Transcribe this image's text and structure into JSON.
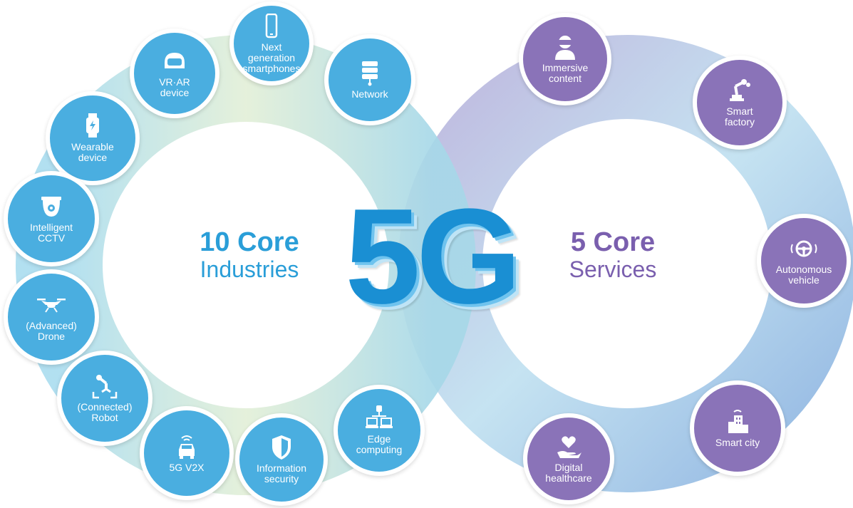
{
  "logo": "5G",
  "left_center": {
    "number": "10 Core",
    "word": "Industries"
  },
  "right_center": {
    "number": "5 Core",
    "word": "Services"
  },
  "colors": {
    "industry": "#4aaee0",
    "service": "#8a73b8",
    "ring_left": "#bfe2f2",
    "ring_right": "#a9c9ea",
    "logo": "#1a8fd3"
  },
  "industries": [
    {
      "label": "Next\ngeneration\nsmartphones",
      "icon": "smartphone-icon"
    },
    {
      "label": "Network",
      "icon": "server-icon"
    },
    {
      "label": "VR·AR\ndevice",
      "icon": "vr-headset-icon"
    },
    {
      "label": "Wearable\ndevice",
      "icon": "smartwatch-icon"
    },
    {
      "label": "Intelligent\nCCTV",
      "icon": "cctv-icon"
    },
    {
      "label": "(Advanced)\nDrone",
      "icon": "drone-icon"
    },
    {
      "label": "(Connected)\nRobot",
      "icon": "robot-arm-icon"
    },
    {
      "label": "5G V2X",
      "icon": "connected-car-icon"
    },
    {
      "label": "Information\nsecurity",
      "icon": "shield-icon"
    },
    {
      "label": "Edge\ncomputing",
      "icon": "edge-computing-icon"
    }
  ],
  "services": [
    {
      "label": "Immersive\ncontent",
      "icon": "vr-user-icon"
    },
    {
      "label": "Smart\nfactory",
      "icon": "factory-robot-icon"
    },
    {
      "label": "Autonomous\nvehicle",
      "icon": "steering-wheel-icon"
    },
    {
      "label": "Smart city",
      "icon": "city-building-icon"
    },
    {
      "label": "Digital\nhealthcare",
      "icon": "heart-hand-icon"
    }
  ]
}
